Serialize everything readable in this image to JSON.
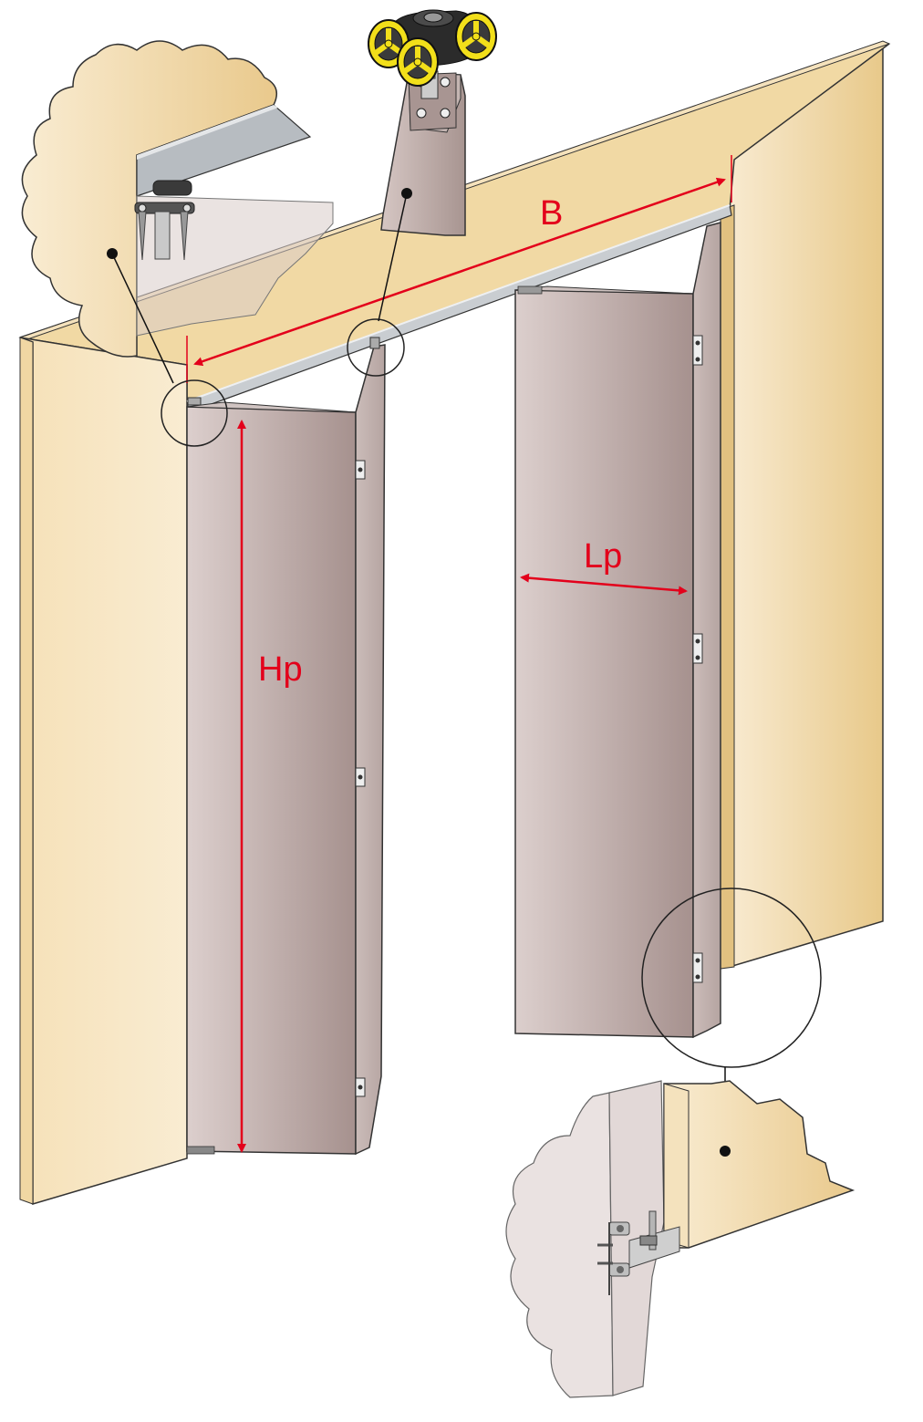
{
  "labels": {
    "width_opening": "B",
    "panel_height": "Hp",
    "panel_width": "Lp"
  },
  "colors": {
    "wall_light": "#f7e6c6",
    "wall_dark": "#e8c98a",
    "panel_light": "#d8cccb",
    "panel_dark": "#a99592",
    "dimension": "#e3001b",
    "roller_yellow": "#f2df1a",
    "rail": "#c9cdd1"
  },
  "callouts": [
    "top-pivot-detail",
    "top-roller-detail",
    "bottom-pivot-detail"
  ]
}
